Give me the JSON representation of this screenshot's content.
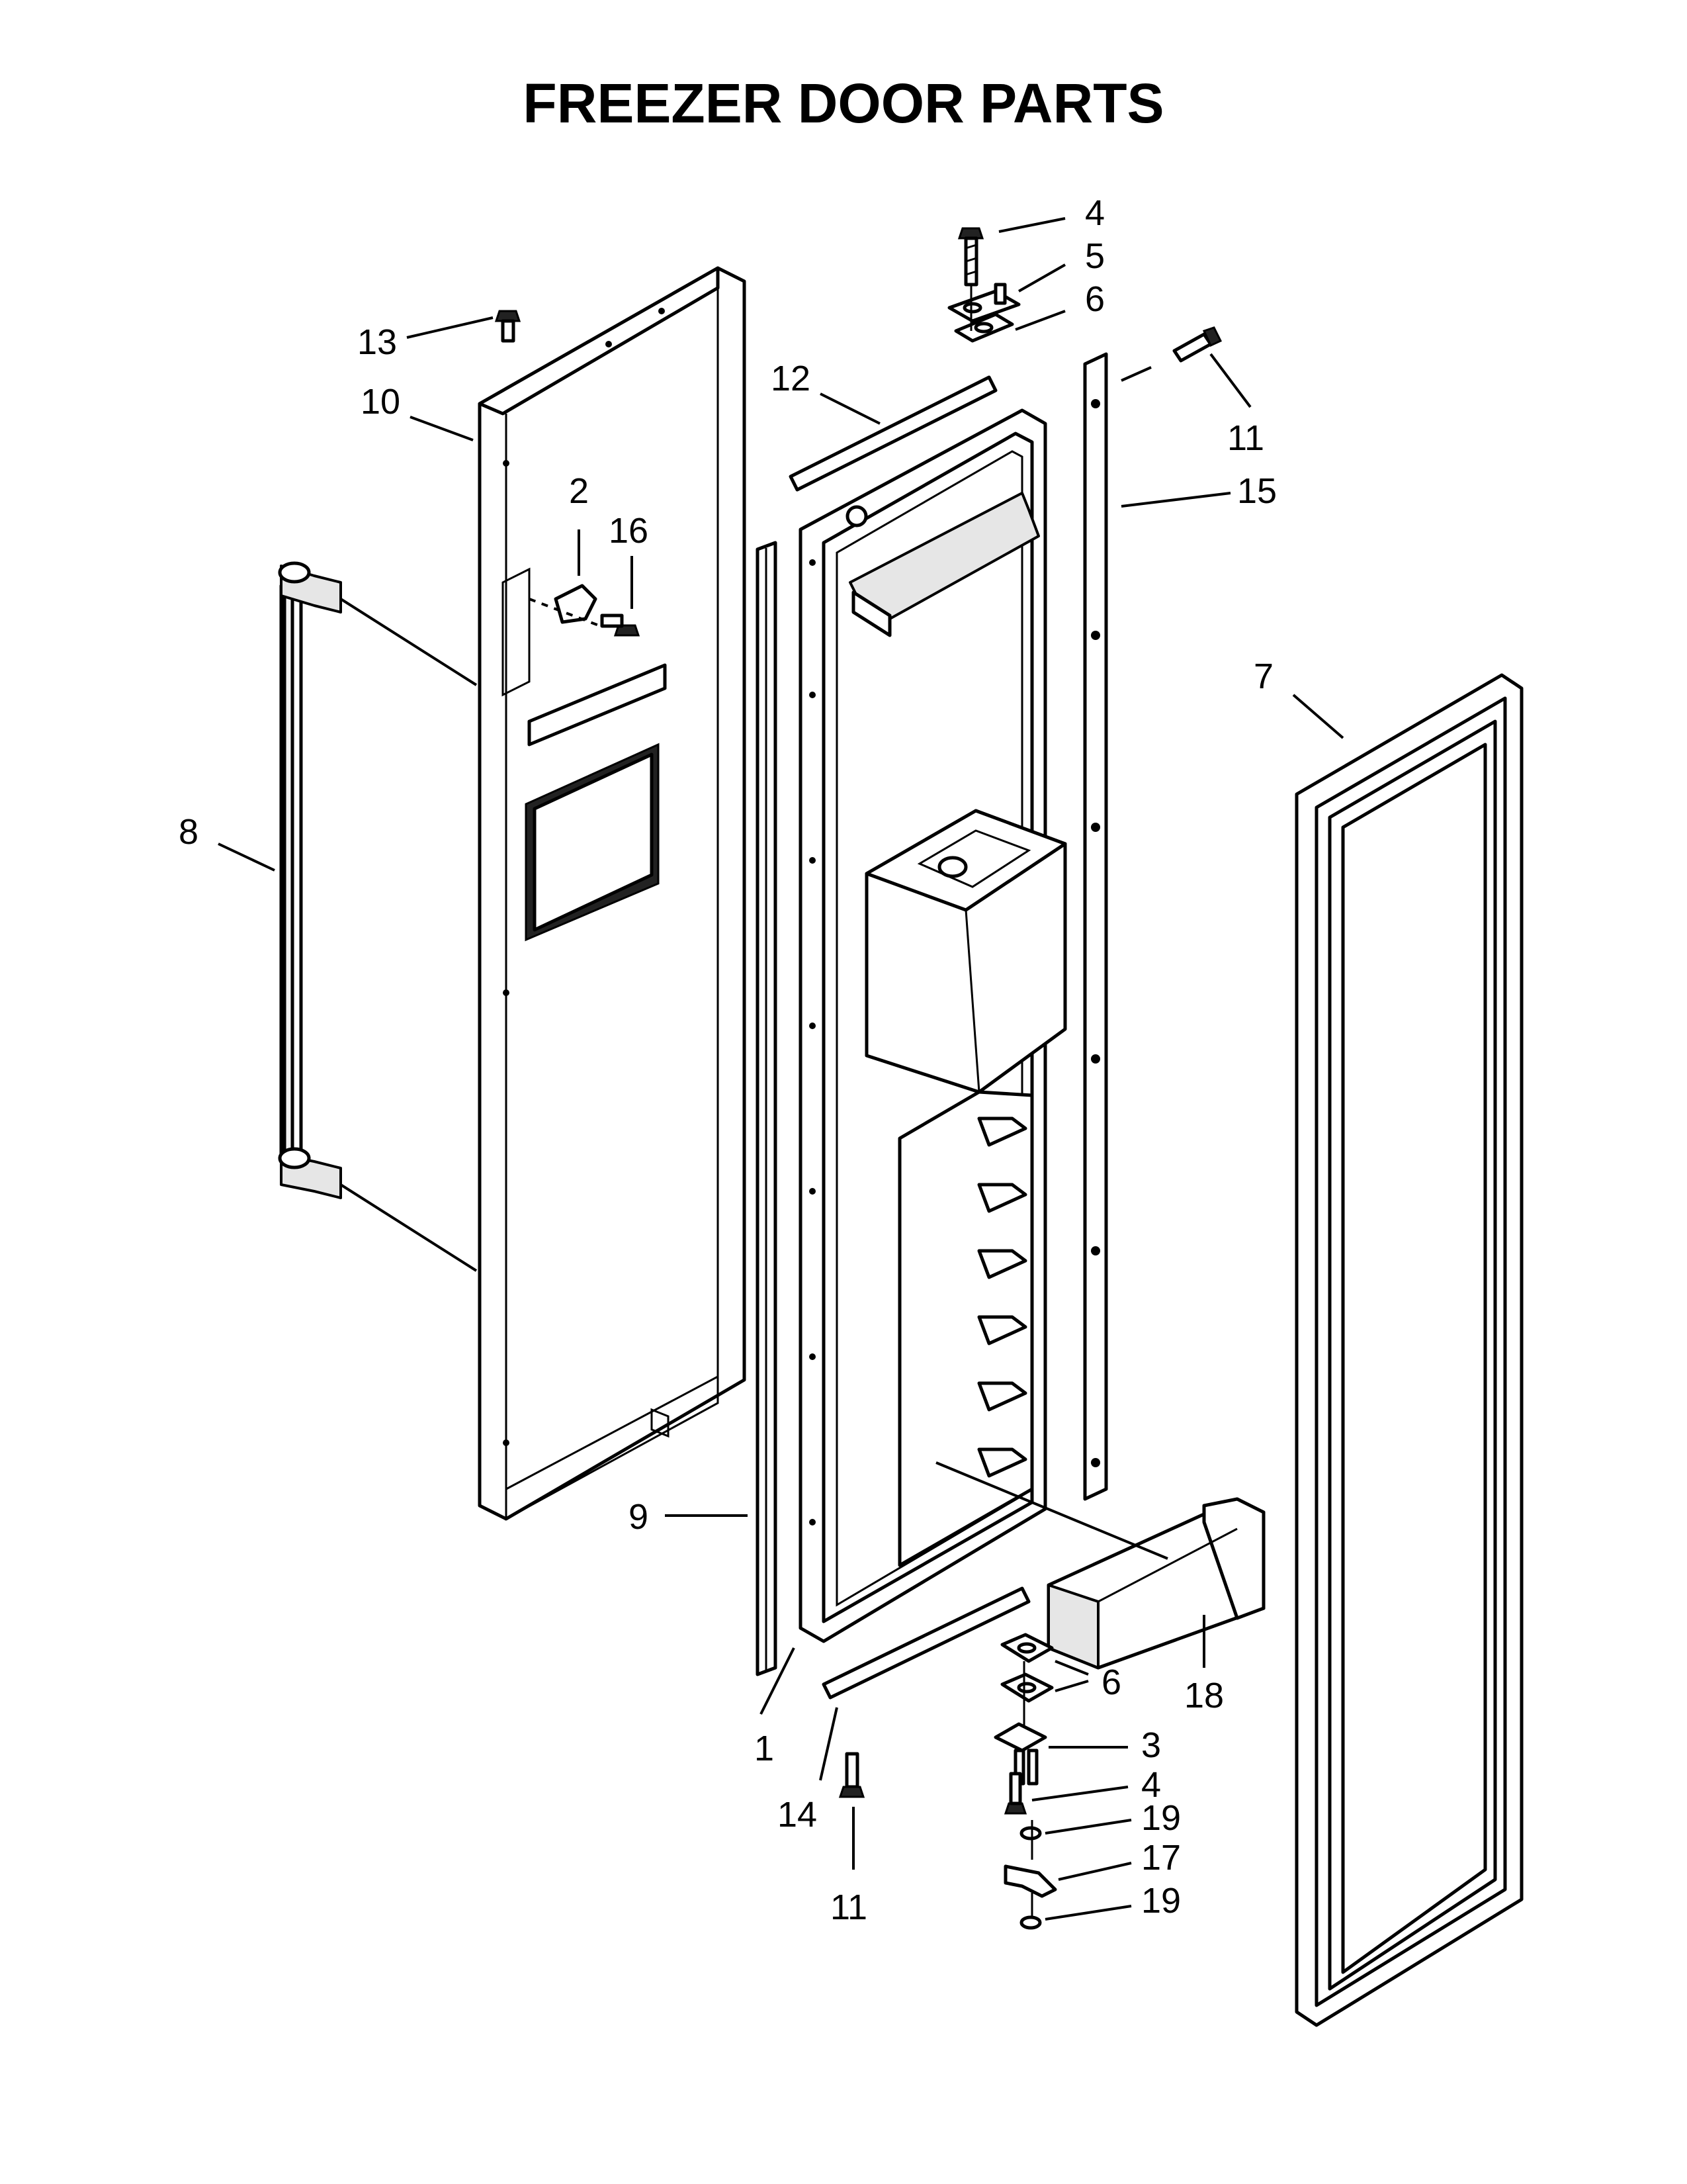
{
  "title": "FREEZER DOOR PARTS",
  "callouts": [
    {
      "id": "c4-top",
      "text": "4"
    },
    {
      "id": "c5",
      "text": "5"
    },
    {
      "id": "c6-top",
      "text": "6"
    },
    {
      "id": "c11-top",
      "text": "11"
    },
    {
      "id": "c13",
      "text": "13"
    },
    {
      "id": "c10",
      "text": "10"
    },
    {
      "id": "c12",
      "text": "12"
    },
    {
      "id": "c15",
      "text": "15"
    },
    {
      "id": "c2",
      "text": "2"
    },
    {
      "id": "c16",
      "text": "16"
    },
    {
      "id": "c7",
      "text": "7"
    },
    {
      "id": "c8",
      "text": "8"
    },
    {
      "id": "c9",
      "text": "9"
    },
    {
      "id": "c6-bottom",
      "text": "6"
    },
    {
      "id": "c18",
      "text": "18"
    },
    {
      "id": "c1",
      "text": "1"
    },
    {
      "id": "c3",
      "text": "3"
    },
    {
      "id": "c14",
      "text": "14"
    },
    {
      "id": "c4-bottom",
      "text": "4"
    },
    {
      "id": "c19-a",
      "text": "19"
    },
    {
      "id": "c17",
      "text": "17"
    },
    {
      "id": "c11-bottom",
      "text": "11"
    },
    {
      "id": "c19-b",
      "text": "19"
    }
  ]
}
